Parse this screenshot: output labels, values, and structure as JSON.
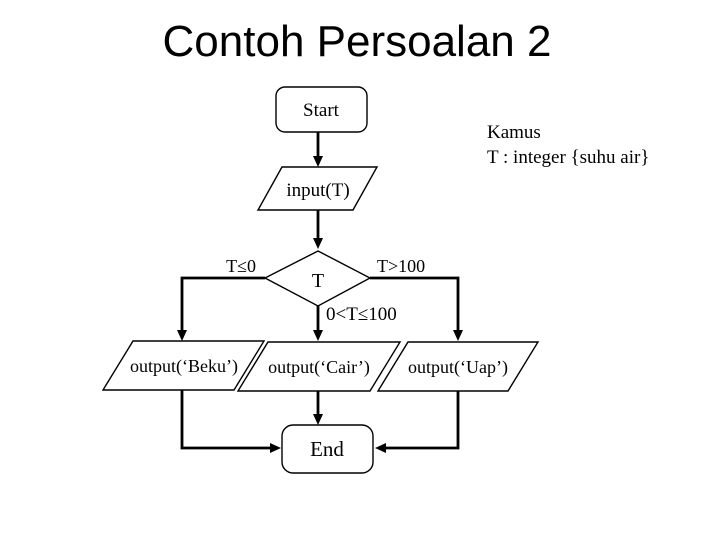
{
  "slide": {
    "title": "Contoh Persoalan 2",
    "background": "#ffffff",
    "ink": "#000000"
  },
  "annotation": {
    "line1": "Kamus",
    "line2": "T : integer {suhu air}"
  },
  "flowchart": {
    "start_label": "Start",
    "input_label": "input(T)",
    "decision_label": "T",
    "branch_left_label": "T≤0",
    "branch_right_label": "T>100",
    "branch_down_label": "0<T≤100",
    "output_left_label": "output(‘Beku’)",
    "output_middle_label": "output(‘Cair’)",
    "output_right_label": "output(‘Uap’)",
    "end_label": "End"
  }
}
